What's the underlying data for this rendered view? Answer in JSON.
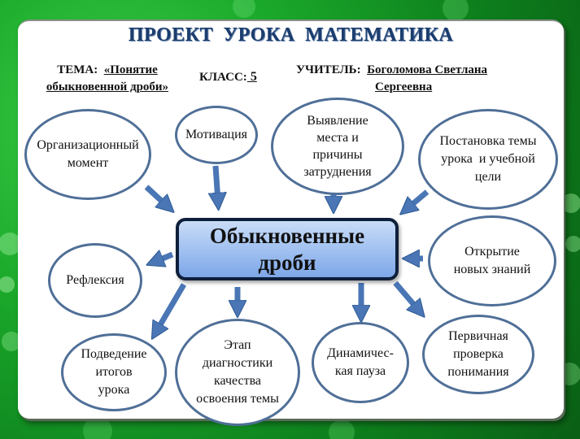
{
  "slide": {
    "title": "ПРОЕКТ  УРОКА  МАТЕМАТИКА",
    "topic_label": "ТЕМА:",
    "topic_value_line1": "«Понятие",
    "topic_value_line2": "обыкновенной дроби»",
    "class_label": "КЛАСС:",
    "class_value": " 5",
    "teacher_label": "УЧИТЕЛЬ:",
    "teacher_value_line1": "Боголомова  Светлана",
    "teacher_value_line2": "Сергеевна"
  },
  "center": {
    "line1": "Обыкновенные",
    "line2": "дроби"
  },
  "stages": [
    {
      "id": "org",
      "lines": [
        "Организационный",
        "момент"
      ]
    },
    {
      "id": "motivation",
      "lines": [
        "Мотивация"
      ]
    },
    {
      "id": "difficulty",
      "lines": [
        "Выявление",
        "места и",
        "причины",
        "затруднения"
      ]
    },
    {
      "id": "goal",
      "lines": [
        "Постановка темы",
        "урока  и учебной",
        "цели"
      ]
    },
    {
      "id": "new-knowledge",
      "lines": [
        "Открытие",
        "новых знаний"
      ]
    },
    {
      "id": "primary-check",
      "lines": [
        "Первичная",
        "проверка",
        "понимания"
      ]
    },
    {
      "id": "pause",
      "lines": [
        "Динамичес-",
        "кая пауза"
      ]
    },
    {
      "id": "diagnostics",
      "lines": [
        "Этап",
        "диагностики",
        "качества",
        "освоения темы"
      ]
    },
    {
      "id": "summary",
      "lines": [
        "Подведение",
        "итогов",
        "урока"
      ]
    },
    {
      "id": "reflection",
      "lines": [
        "Рефлексия"
      ]
    }
  ],
  "colors": {
    "title": "#1b3d6e",
    "ellipse_border": "#4f6f97",
    "arrow": "#4a76b5",
    "center_box_top": "#c9dcf7",
    "center_box_bottom": "#7ea7e8",
    "center_box_border": "#0e1f3a",
    "background": "#1aa82a"
  }
}
